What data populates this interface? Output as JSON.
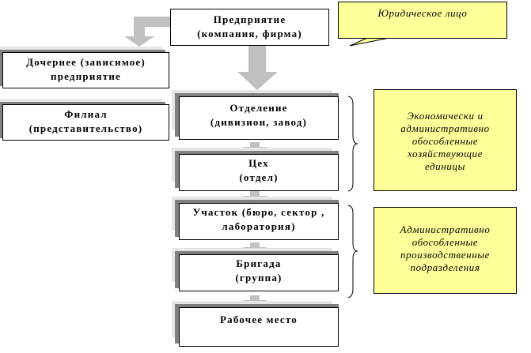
{
  "diagram": {
    "title": "Organizational structure hierarchy",
    "colors": {
      "box_fill": "#ffffff",
      "shadow_dark": "#7f7f7f",
      "shadow_light": "#e6e6e6",
      "note_fill": "#ffff99",
      "arrow": "#c0c0c0"
    },
    "enterprise": {
      "line1": "Предприятие",
      "line2": "(компания, фирма)"
    },
    "legal_entity_callout": {
      "text": "Юридическое лицо"
    },
    "subsidiary": {
      "line1": "Дочернее  (зависимое)",
      "line2": "предприятие"
    },
    "branch": {
      "line1": "Филиал",
      "line2": "(представительство)"
    },
    "hierarchy": [
      {
        "line1": "Отделение",
        "line2": "(дивизион, завод)"
      },
      {
        "line1": "Цех",
        "line2": "(отдел)"
      },
      {
        "line1": "Участок (бюро, сектор ,",
        "line2": "лаборатория)"
      },
      {
        "line1": "Бригада",
        "line2": "(группа)"
      },
      {
        "line1": "Рабочее место",
        "line2": ""
      }
    ],
    "groups": [
      {
        "text_lines": [
          "Экономически и",
          "административно",
          "обособленные",
          "хозяйствующие",
          "единицы"
        ]
      },
      {
        "text_lines": [
          "Административно",
          "обособленные",
          "производственные",
          "подразделения"
        ]
      }
    ]
  }
}
